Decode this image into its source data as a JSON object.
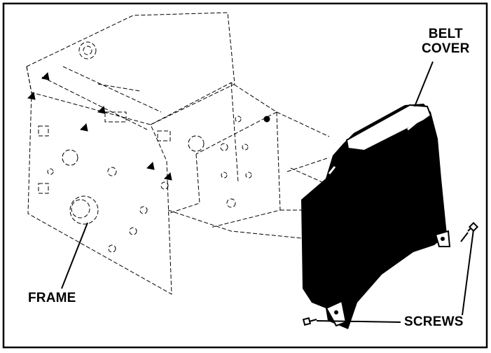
{
  "labels": {
    "belt_line1": "BELT",
    "belt_line2": "COVER",
    "frame": "FRAME",
    "screws": "SCREWS"
  },
  "colors": {
    "ink": "#000000",
    "paper": "#ffffff"
  }
}
